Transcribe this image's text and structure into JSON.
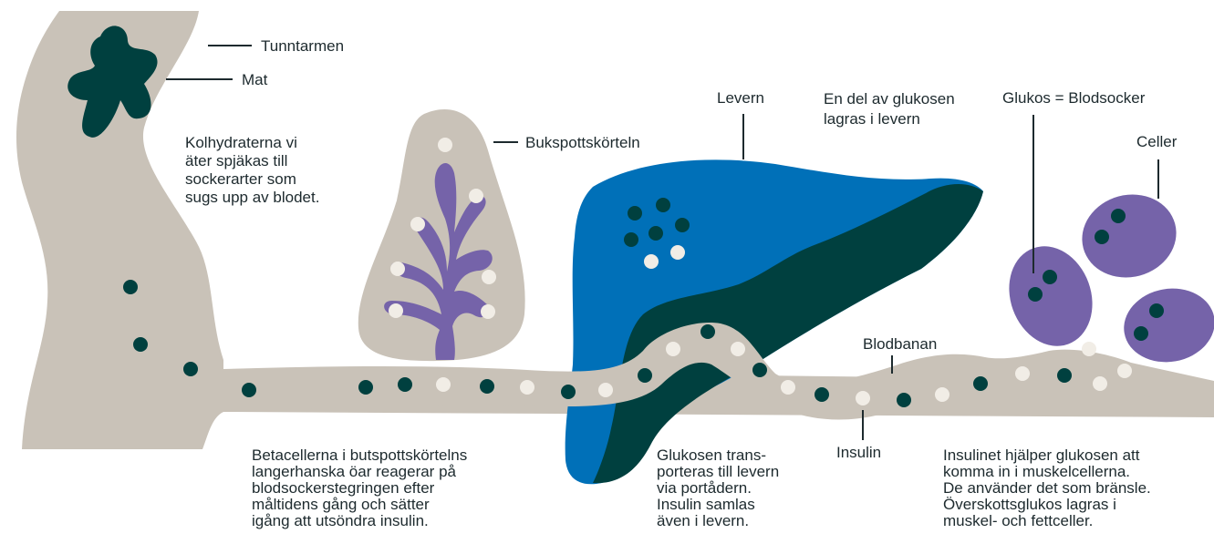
{
  "colors": {
    "tract": "#c9c2b8",
    "dark_teal": "#00403f",
    "liver_blue": "#0070b8",
    "purple": "#7563a9",
    "white_dot": "#f1ede6",
    "text": "#1d2a2e"
  },
  "labels": {
    "tunntarmen": "Tunntarmen",
    "mat": "Mat",
    "bukspottskorteln": "Bukspottskörteln",
    "levern": "Levern",
    "glukos_lagras": "En del av glukosen\nlagras i levern",
    "glukos_blodsocker": "Glukos = Blodsocker",
    "celler": "Celler",
    "blodbanan": "Blodbanan",
    "insulin": "Insulin"
  },
  "paragraphs": {
    "kolhydrater": "Kolhydraterna vi\näter spjäkas till\nsockerarter som\nsugs upp av blodet.",
    "betacellerna": "Betacellerna i butspottskörtelns\nlangerhanska öar reagerar på\nblodsockerstegringen efter\nmåltidens gång och sätter\nigång att utsöndra insulin.",
    "glukosen_transporteras": "Glukosen trans-\nporteras till levern\nvia portådern.\nInsulin samlas\näven i levern.",
    "insulinet": "Insulinet hjälper glukosen att\nkomma in i muskelcellerna.\nDe använder det som bränsle.\nÖverskottsglukos lagras i\nmuskel- och fettceller."
  }
}
